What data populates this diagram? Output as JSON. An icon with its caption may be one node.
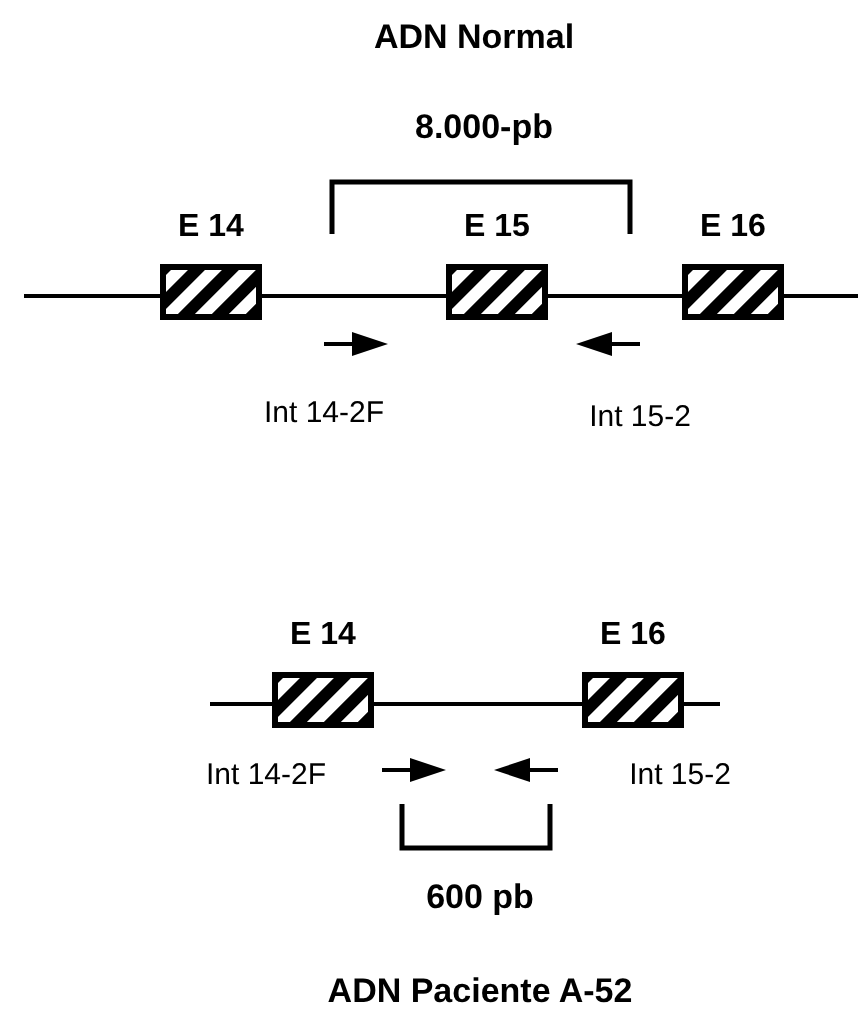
{
  "diagram": {
    "nodes": [
      {
        "text": [
          "E 14"
        ]
      },
      {
        "text": [
          "E 15"
        ]
      },
      {
        "text": [
          "E 16"
        ]
      },
      {
        "text": [
          "E 14"
        ]
      },
      {
        "text": [
          "E 16"
        ]
      }
    ],
    "edges": [
      {
        "from": null,
        "to": 0,
        "arrow": "none"
      },
      {
        "from": 0,
        "to": 1,
        "arrow": "none"
      },
      {
        "from": 1,
        "to": 2,
        "arrow": "none"
      },
      {
        "from": 2,
        "to": null,
        "arrow": "none"
      },
      {
        "from": null,
        "to": 3,
        "arrow": "none"
      },
      {
        "from": 3,
        "to": 4,
        "arrow": "none"
      },
      {
        "from": 4,
        "to": null,
        "arrow": "none"
      }
    ],
    "labels": [
      "ADN Normal",
      "8.000-pb",
      "Int 14-2F",
      "Int 15-2",
      "Int 14-2F",
      "Int 15-2",
      "600 pb",
      "ADN Paciente A-52"
    ]
  }
}
